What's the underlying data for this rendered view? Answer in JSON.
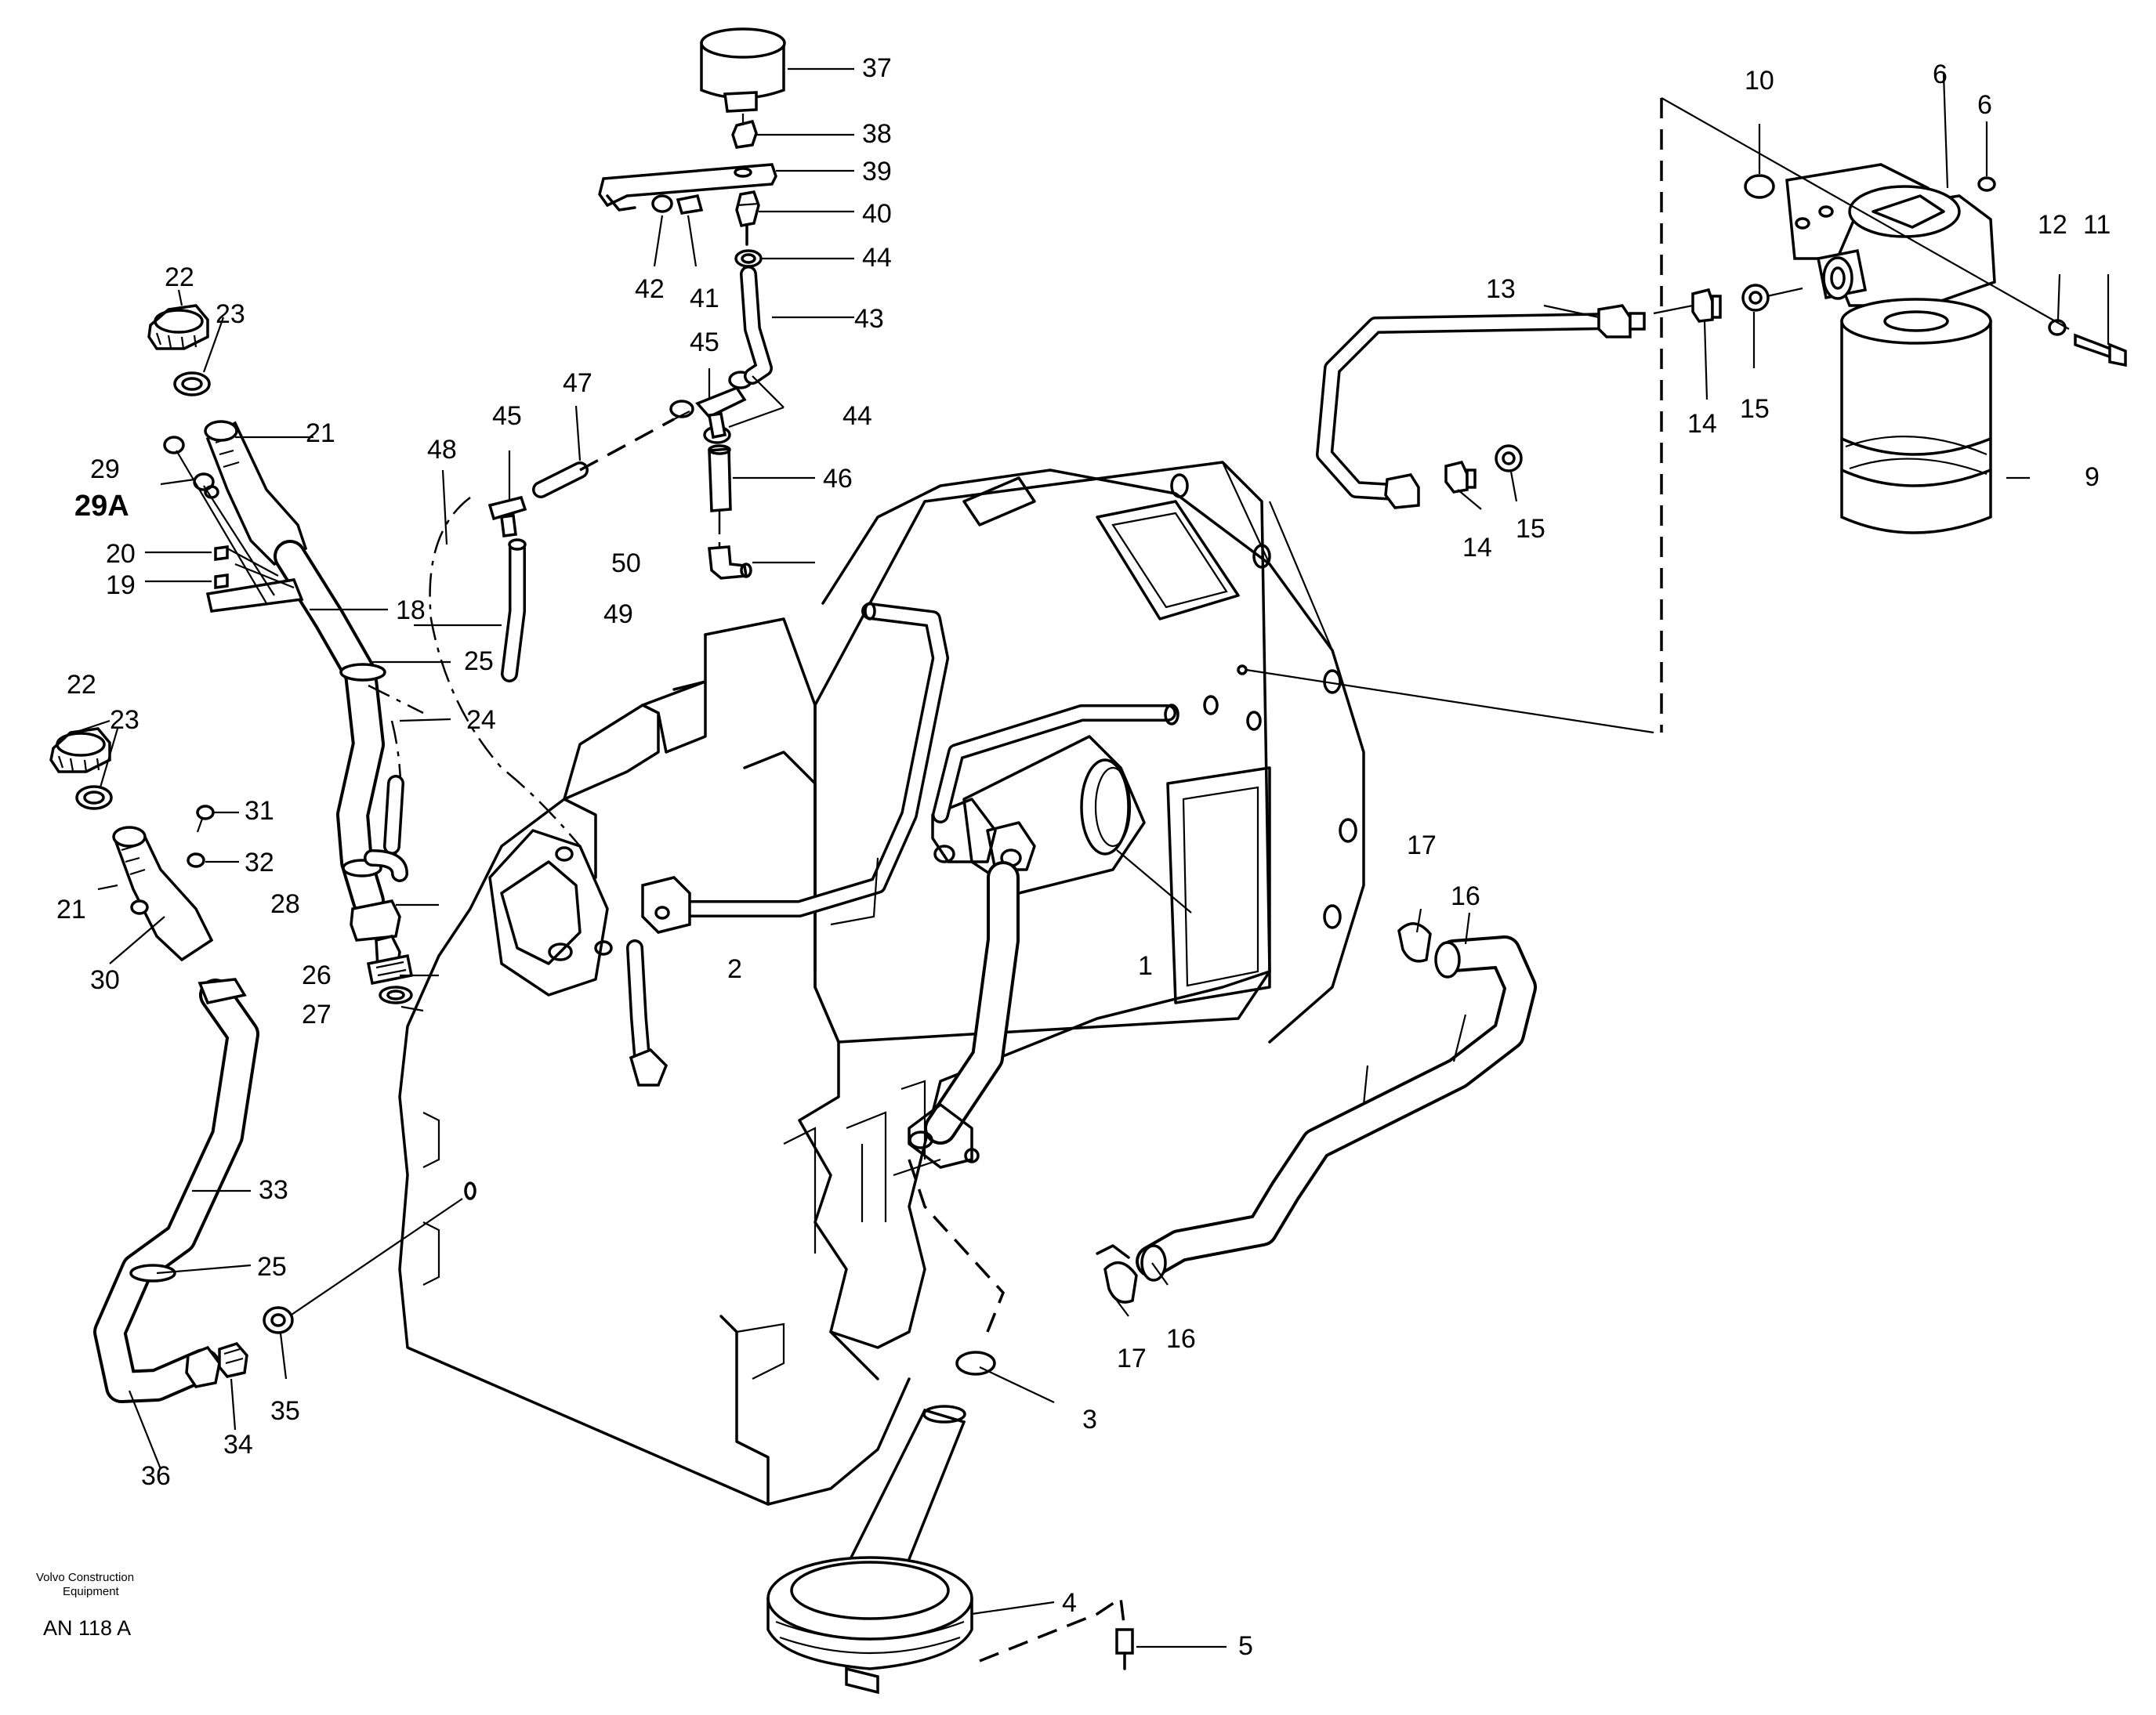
{
  "labels": {
    "p1": "1",
    "p2": "2",
    "p3": "3",
    "p4": "4",
    "p5": "5",
    "p6a": "6",
    "p6b": "6",
    "p9": "9",
    "p10": "10",
    "p11": "11",
    "p12": "12",
    "p13": "13",
    "p14a": "14",
    "p14b": "14",
    "p15a": "15",
    "p15b": "15",
    "p16a": "16",
    "p16b": "16",
    "p17a": "17",
    "p17b": "17",
    "p18": "18",
    "p19": "19",
    "p20": "20",
    "p21a": "21",
    "p21b": "21",
    "p22a": "22",
    "p22b": "22",
    "p23a": "23",
    "p23b": "23",
    "p24": "24",
    "p25a": "25",
    "p25b": "25",
    "p26": "26",
    "p27": "27",
    "p28": "28",
    "p29": "29",
    "p29A": "29A",
    "p30": "30",
    "p31": "31",
    "p32": "32",
    "p33": "33",
    "p34": "34",
    "p35": "35",
    "p36": "36",
    "p37": "37",
    "p38": "38",
    "p39": "39",
    "p40": "40",
    "p41": "41",
    "p42": "42",
    "p43": "43",
    "p44a": "44",
    "p44b": "44",
    "p45a": "45",
    "p45b": "45",
    "p46": "46",
    "p47": "47",
    "p48": "48",
    "p49": "49",
    "p50": "50"
  },
  "footer": {
    "company_line1": "Volvo Construction",
    "company_line2": "Equipment",
    "drawing_id": "AN 118 A"
  }
}
